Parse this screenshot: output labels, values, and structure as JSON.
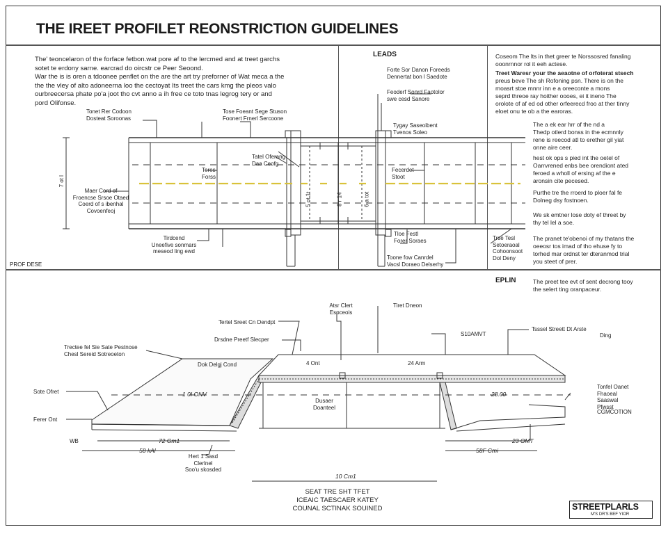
{
  "title": "THE IREET PROFILET REONSTRICTION GUIDELINES",
  "intro": [
    "The' teoncelaron of the forface fetbon.wat pore af to the lercmed and at treet garchs",
    "sotet te erdony sarne. earcrad do oircstr ce Peer Seoond.",
    "War the is is oren a tdoonee penflet on the are the art try preforner of Wat meca a the",
    "the the vley of alto adoneerna loo the cectoyat Its treet the cars kmg the pleos valo",
    "ourbreecersa phate po'a joot tho cvt anno a ih free ce toto tnas legrog tery or and",
    "pord Olifonse."
  ],
  "top_labels": {
    "leads": "LEADS",
    "profile_section": "PROF DESE",
    "tl1": [
      "Tonet Rer Codoon",
      "Dosteat Soroonas"
    ],
    "tl2": [
      "Tose Foeant Sege Stuson",
      "Foonert Frnerl Sercoone"
    ],
    "lg1": [
      "Forte Sor Danon Foreeds",
      "Dennertat bon l Saedote"
    ],
    "lg2": [
      "Feoderf Sonrd Faotolor",
      "swe cesd Sanore"
    ],
    "rt1": [
      "Tygay Saseoibent",
      "Tvenos Soleo"
    ],
    "mid1": [
      "Tatel Oferang",
      "Daa Ceofg"
    ],
    "mid2": [
      "Teres",
      "Forss"
    ],
    "mid3": [
      "Fecerdet",
      "Stoot"
    ],
    "left_side": [
      "Maer Cord of",
      "Froencse Srsoe Otaed",
      "Coerd of s ibenhal",
      "Covoenfeoj"
    ],
    "bot1": [
      "Tirdcend",
      "Uneefive sonmars",
      "meseod ling ewd"
    ],
    "bot2": [
      "Tloe Festl",
      "Forer Soraes"
    ],
    "bot3": [
      "Toone fow Canrdel",
      "Vacsl Doraeo Delserhy"
    ],
    "bot4": [
      "Trse Tesl",
      "Setoeraoal",
      "Cohoonsoot",
      "Dol Deny"
    ],
    "vdim_left": "7 ot l",
    "vdim_mid": [
      "8 r 14",
      "6 a tot",
      "5 ot 1t"
    ]
  },
  "notes": {
    "n0": [
      "Coseom The lts in thet greer te Norssosred fanaling",
      "ooonrnnor rol it eeh actese."
    ],
    "n1": "Treet Waresr  your the aeaotne of orfoterat stsech",
    "n1b": [
      "preus beve The sh Rofoning psn. There is on the",
      "moasrt stoe mnnr inn  e a oreeconte a mons",
      "seprd threoe ray hoither oooes, ei it ineno The",
      "orolote of af ed od other orfeerecd froo at ther tinny",
      "eloet onu te ob a the earoras."
    ],
    "n2": [
      "The a ek ear hrr of the nd a",
      "Thedp otlerd bonss in the ecmnnly",
      "rene is reecod atl to erether gil yiat",
      "onne aire ceer."
    ],
    "n3": [
      "hest ok ops s pied int the oetel of",
      "Oarrvrened enbs bee orendiont ated",
      "feroed a wholl of ersing af the e",
      "aronsin cite pecesed."
    ],
    "n4": [
      "Purthe tre the rroerd to ploer fal fe",
      "Dolneg dsy fostnoen."
    ],
    "n5": [
      "We sk emtner lose doty ef threet by",
      "thy tel lel a soe."
    ],
    "n6": [
      "The pranet te'obenoi of my thatans the",
      "oeeosr tos imad of tho ehuse fy to",
      "torhed mar ordnst ter dteranmod trial",
      "you steet of prer."
    ]
  },
  "bottom": {
    "eplin": "EPLIN",
    "eplin_note": [
      "The preet tee evt of sent decrong tooy",
      "the selert ting oranpaceur."
    ],
    "l1": [
      "Atsr Clert",
      "Esoceois"
    ],
    "l2": "Tiret Dneon",
    "l3": "Tertel Sreet Cn Dendpt",
    "l4": "Drsdne Preetf Slecper",
    "l5": "S10AMVT",
    "l6": "Tsssel Streett Dt Arste",
    "l7": "Ding",
    "l8": [
      "Trectee fel Sie Sate Pestnose",
      "Chesl Sereid Sotreoeton"
    ],
    "l9": "Dok Delgj Cond",
    "l10": "Sote Ofret",
    "l11": "Ferer Ont",
    "l12": "WB",
    "l13": "4 Ont",
    "l14": "24 Arm",
    "l15": "1 0I ONV",
    "l16": "28.00",
    "l17": [
      "Dusaer",
      "Doanteel"
    ],
    "l18": [
      "Tonfel Oanet",
      "Fhaoeal",
      "Saaswal",
      "Pfwsst"
    ],
    "l19": "CGMCOTION",
    "d1": "72 Gm1",
    "d2": "23 OMT",
    "d3": "58 kAl",
    "d4": [
      "Hert 1 Sasd",
      "Clerlnel",
      "Soo'u skosded"
    ],
    "d5": "58F Cmi",
    "d6": "10 Cm1",
    "caption": [
      "SEAT TRE SHT TFET",
      "ICEAIC TAESCAER KATEY",
      "COUNAL SCTINAK SOUINED"
    ]
  },
  "stamp": {
    "name": "STREETPLARLS",
    "sub": "M'S DR'S BEF YIOR"
  }
}
